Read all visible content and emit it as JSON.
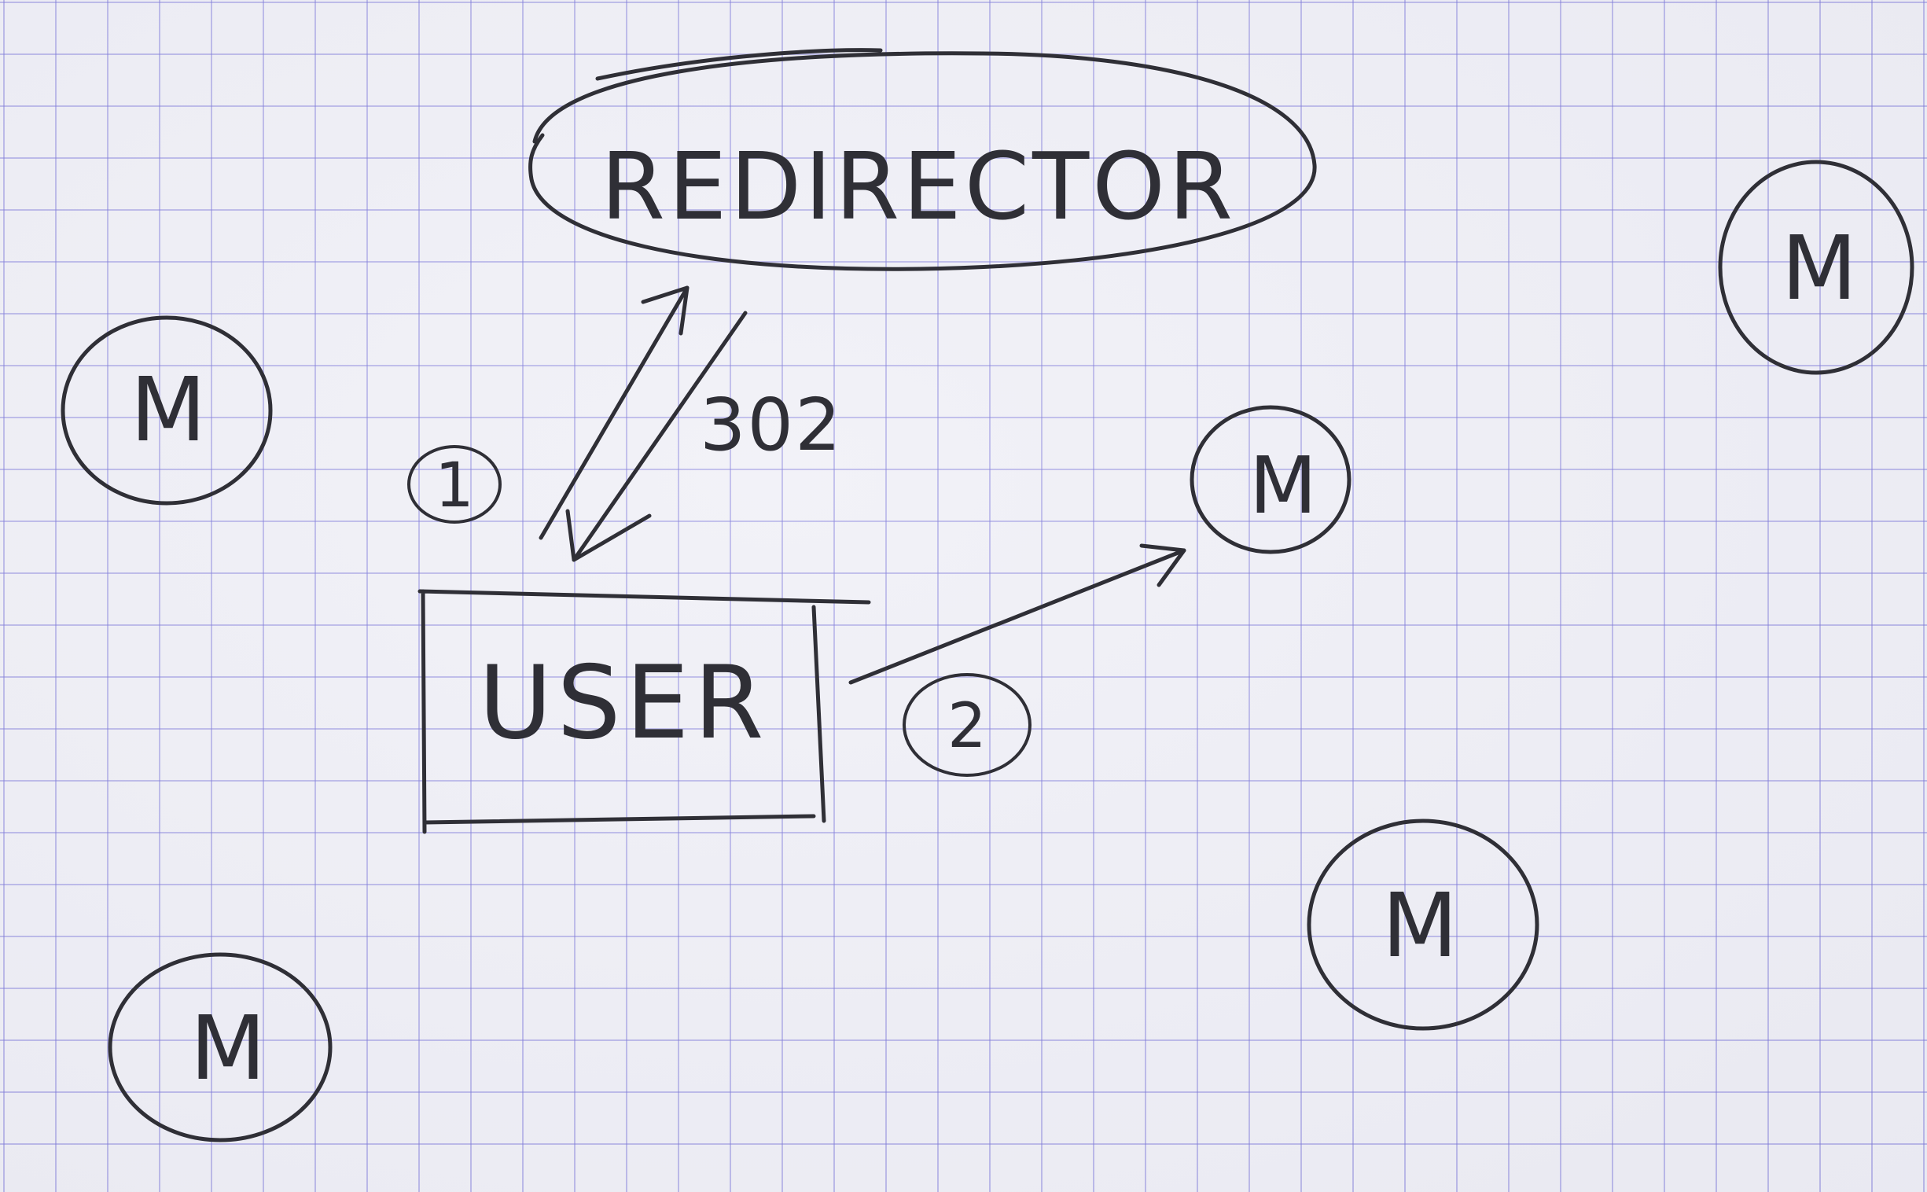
{
  "nodes": {
    "redirector": {
      "label": "REDIRECTOR"
    },
    "user": {
      "label": "USER"
    },
    "mirrors": [
      {
        "label": "M"
      },
      {
        "label": "M"
      },
      {
        "label": "M"
      },
      {
        "label": "M"
      },
      {
        "label": "M"
      }
    ]
  },
  "edges": {
    "request": {
      "step": "1"
    },
    "redirect_response": {
      "label": "302"
    },
    "mirror_request": {
      "step": "2"
    }
  },
  "colors": {
    "ink": "#2f2f36",
    "grid": "#736ed7",
    "paper": "#efeff6"
  }
}
